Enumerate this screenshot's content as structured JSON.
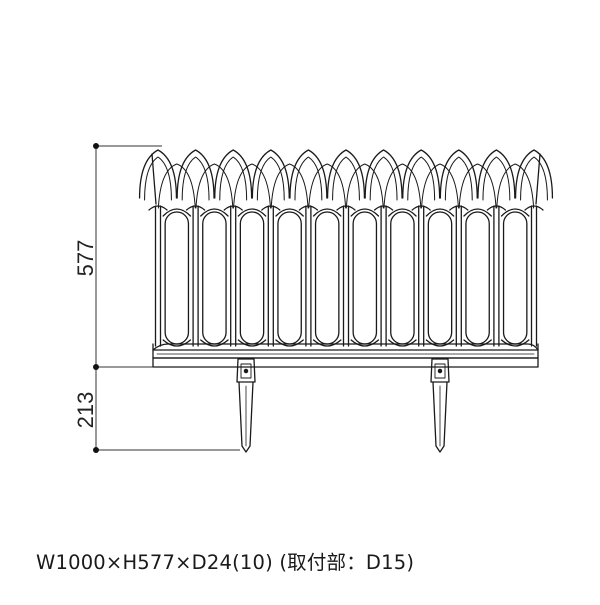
{
  "drawing": {
    "product": "fence panel (front elevation)",
    "line_color": "#1a1a1a",
    "background_color": "#ffffff",
    "dimension_color": "#333333",
    "arch_count": 11,
    "spindle_count": 10,
    "stake_count": 2
  },
  "dimensions": {
    "panel_height": "577",
    "stake_height": "213"
  },
  "caption": {
    "text": "W1000×H577×D24(10) (取付部：D15)"
  }
}
